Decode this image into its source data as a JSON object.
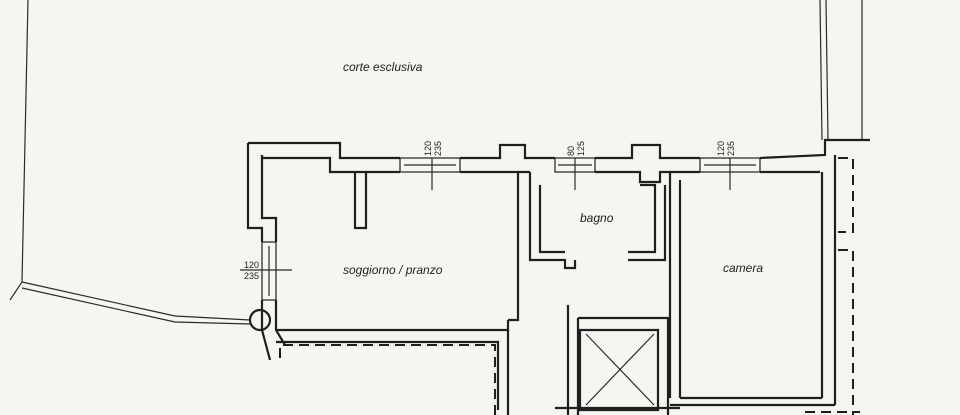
{
  "labels": {
    "courtyard": "corte esclusiva",
    "bathroom": "bagno",
    "living_dining": "soggiorno / pranzo",
    "bedroom": "camera"
  },
  "openings": {
    "living_top": {
      "width": "120",
      "height": "235"
    },
    "bathroom_top": {
      "width": "80",
      "height": "125"
    },
    "bedroom_top": {
      "width": "120",
      "height": "235"
    },
    "living_left": {
      "width": "120",
      "height": "235"
    }
  }
}
